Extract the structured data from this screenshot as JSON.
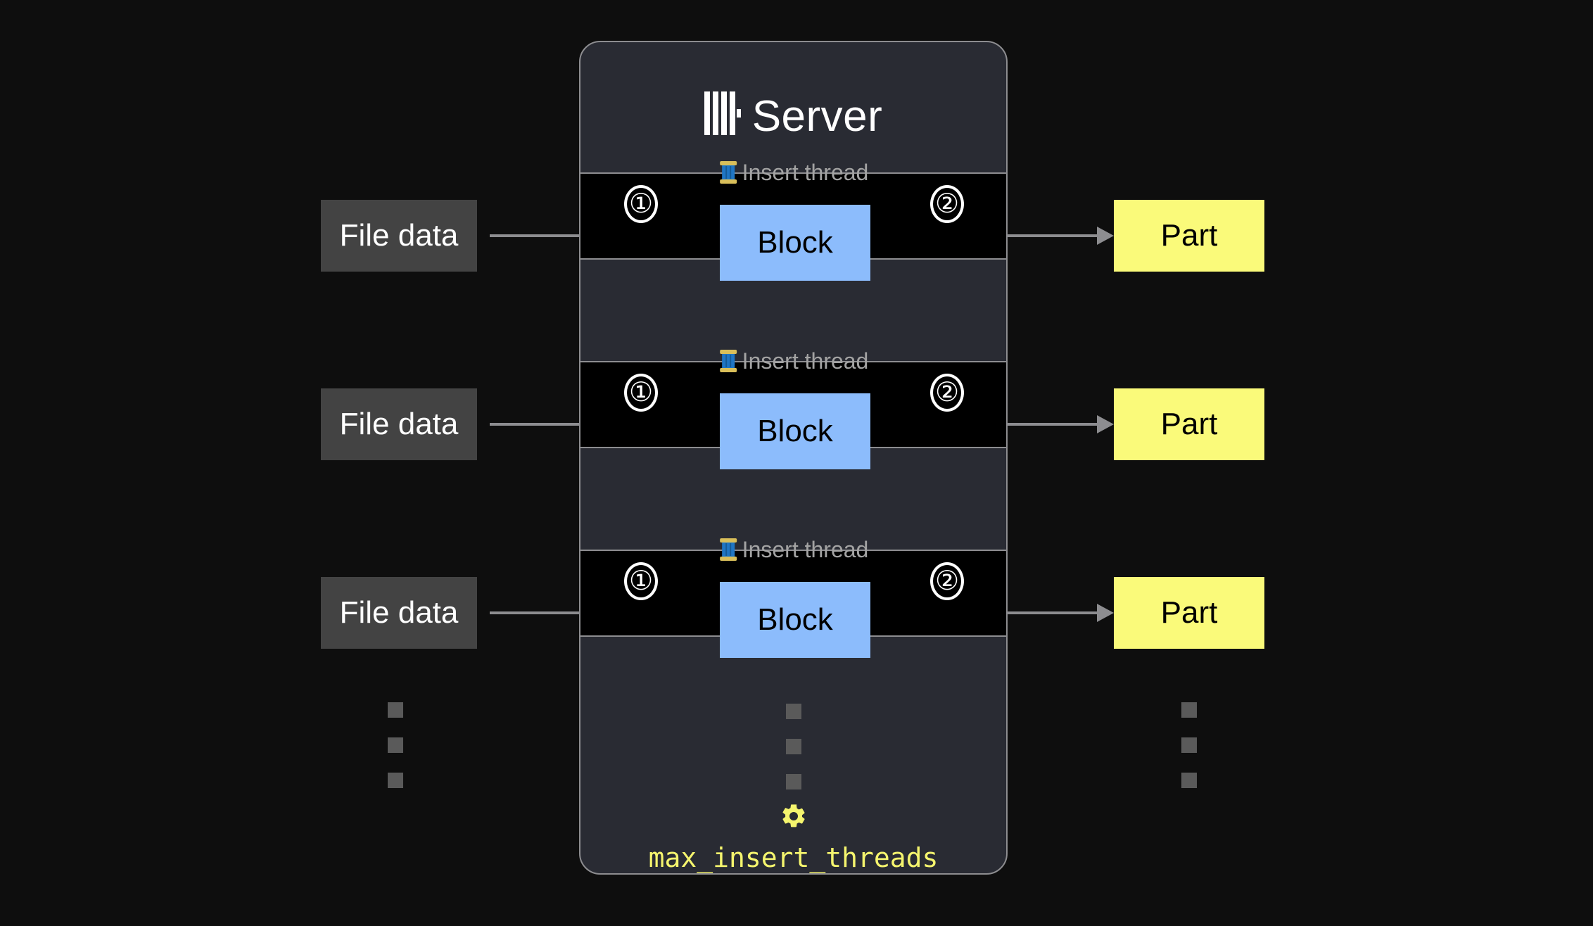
{
  "background_color": "#0e0e0e",
  "server": {
    "title": "Server",
    "logo_icon": "clickhouse-logo-icon",
    "panel_color": "#292b33",
    "border_color": "#8d8d90",
    "setting": {
      "gear_icon": "gear-icon",
      "name": "max_insert_threads",
      "color": "#f5f56e"
    }
  },
  "legend": {
    "thread_label": "Insert thread",
    "thread_icon": "thread-spool-icon",
    "block_label": "Block",
    "block_color": "#8cbcfc",
    "file_data_label": "File data",
    "file_data_color": "#434343",
    "part_label": "Part",
    "part_color": "#fafa7a",
    "step_in": "①",
    "step_out": "②"
  },
  "rows": [
    {
      "file_data": "File data",
      "thread_label": "Insert thread",
      "block": "Block",
      "part": "Part",
      "step_in": "①",
      "step_out": "②"
    },
    {
      "file_data": "File data",
      "thread_label": "Insert thread",
      "block": "Block",
      "part": "Part",
      "step_in": "①",
      "step_out": "②"
    },
    {
      "file_data": "File data",
      "thread_label": "Insert thread",
      "block": "Block",
      "part": "Part",
      "step_in": "①",
      "step_out": "②"
    }
  ],
  "ellipsis": {
    "dot_color": "#5a5a5a",
    "count": 3
  }
}
